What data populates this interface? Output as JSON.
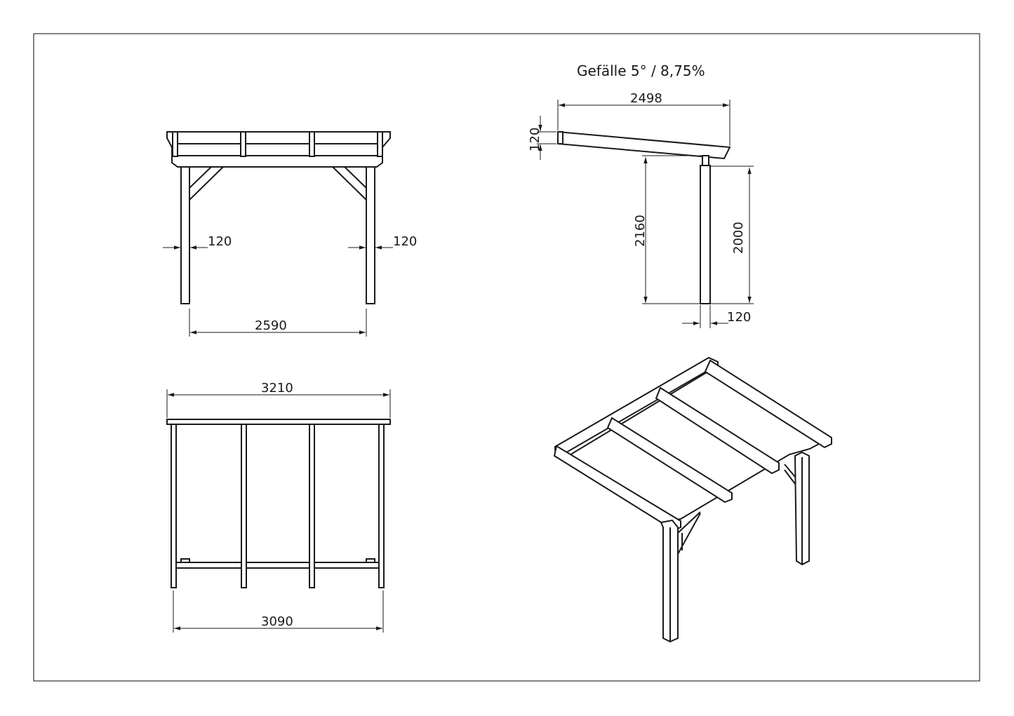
{
  "title": "Gefälle 5° / 8,75%",
  "front_view": {
    "post_left": "120",
    "post_right": "120",
    "post_spacing": "2590"
  },
  "side_view": {
    "length": "2498",
    "beam_height": "120",
    "height_high": "2160",
    "height_low": "2000",
    "post_width": "120"
  },
  "plan_view": {
    "overall_width": "3210",
    "post_span": "3090"
  },
  "colors": {
    "line": "#1a1a1a",
    "background": "#ffffff"
  }
}
